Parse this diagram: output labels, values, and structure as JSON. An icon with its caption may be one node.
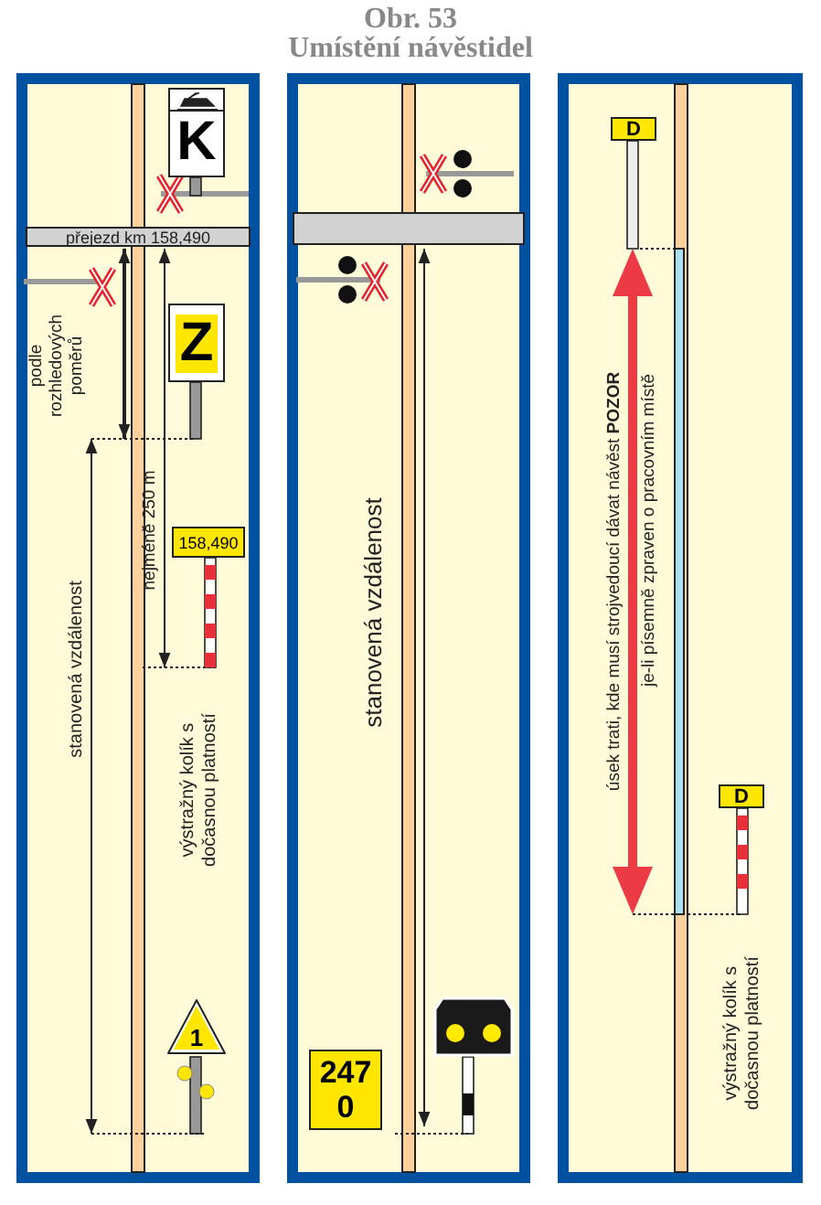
{
  "diagram": {
    "title": "Obr. 53",
    "caption": "Umístění návěstidel",
    "nodes": [
      {
        "text": [
          "K"
        ]
      },
      {
        "text": [
          "přejezd km 158,490"
        ]
      },
      {
        "text": [
          "Z"
        ]
      },
      {
        "text": [
          "158,490"
        ]
      },
      {
        "text": [
          "1"
        ]
      },
      {
        "text": [
          "247 0"
        ]
      },
      {
        "text": [
          "D"
        ]
      },
      {
        "text": [
          "D"
        ]
      },
      {
        "text": [],
        "shape": "box"
      }
    ],
    "labels": [
      "podle rozhledových poměrů",
      "nejméně 250 m",
      "stanovená vzdálenost",
      "výstražný kolík s dočasnou platností",
      "stanovená vzdálenost",
      "úsek trati, kde musí strojvedoucí dávat návěst **POZOR**",
      "je-li písemně zpraven o pracovním místě",
      "výstražný kolík s dočasnou platností"
    ]
  }
}
